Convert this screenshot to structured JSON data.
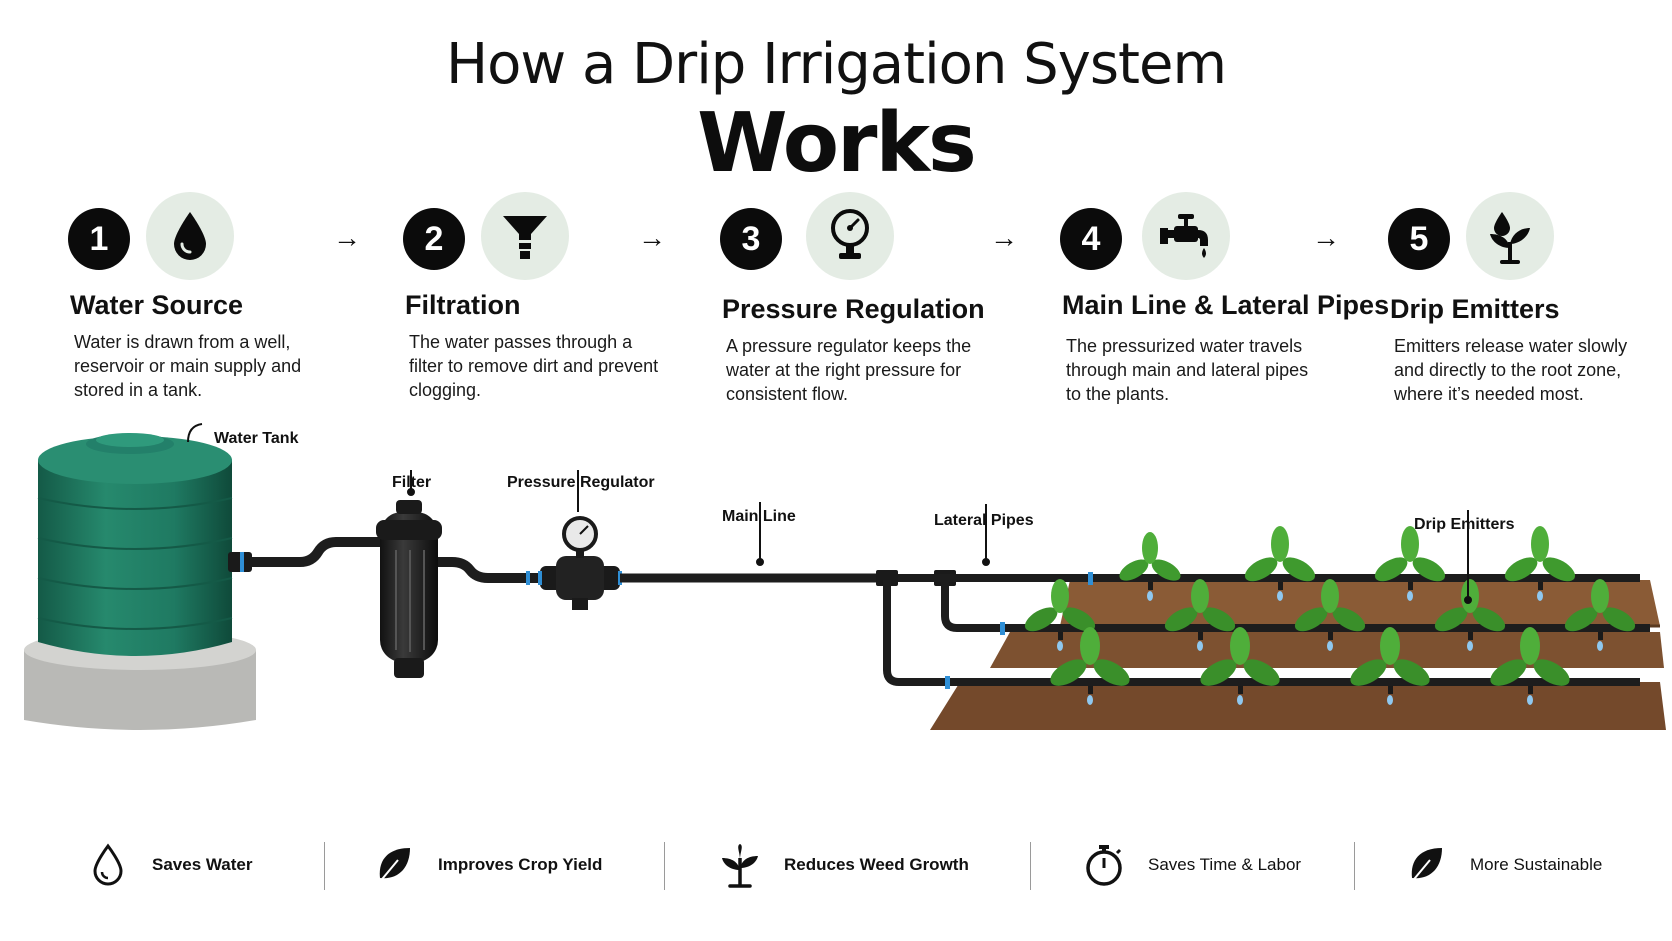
{
  "title": {
    "line1": "How a Drip Irrigation System",
    "line2": "Works"
  },
  "steps": [
    {
      "number": "1",
      "icon": "water-drop-icon",
      "heading": "Water Source",
      "description": "Water is drawn from a well, reservoir or main supply and stored in a tank."
    },
    {
      "number": "2",
      "icon": "funnel-icon",
      "heading": "Filtration",
      "description": "The water passes through a filter to remove dirt and prevent clogging."
    },
    {
      "number": "3",
      "icon": "pressure-gauge-icon",
      "heading": "Pressure Regulation",
      "description": "A pressure regulator keeps the water at the right pressure for consistent flow."
    },
    {
      "number": "4",
      "icon": "faucet-icon",
      "heading": "Main Line & Lateral Pipes",
      "description": "The pressurized water travels through main and lateral pipes to the plants."
    },
    {
      "number": "5",
      "icon": "sprout-drop-icon",
      "heading": "Drip Emitters",
      "description": "Emitters release water slowly and directly to the root zone, where it’s needed most."
    }
  ],
  "diagram_labels": {
    "water_tank": "Water Tank",
    "filter": "Filter",
    "pressure_regulator": "Pressure Regulator",
    "main_line": "Main Line",
    "lateral_pipes": "Lateral Pipes",
    "drip_emitters": "Drip Emitters"
  },
  "benefits": [
    {
      "icon": "water-drop-outline-icon",
      "label": "Saves Water"
    },
    {
      "icon": "leaf-icon",
      "label": "Improves Crop Yield"
    },
    {
      "icon": "sprout-icon",
      "label": "Reduces Weed Growth"
    },
    {
      "icon": "stopwatch-icon",
      "label": "Saves Time & Labor"
    },
    {
      "icon": "leaf-icon",
      "label": "More Sustainable"
    }
  ],
  "colors": {
    "tank_green": "#1f7a62",
    "pipe": "#1d1d1d",
    "connector_blue": "#2f8fd6",
    "soil": "#7a4f2e",
    "plant_green": "#3f9a2e",
    "icon_circle": "#e4ece4"
  }
}
